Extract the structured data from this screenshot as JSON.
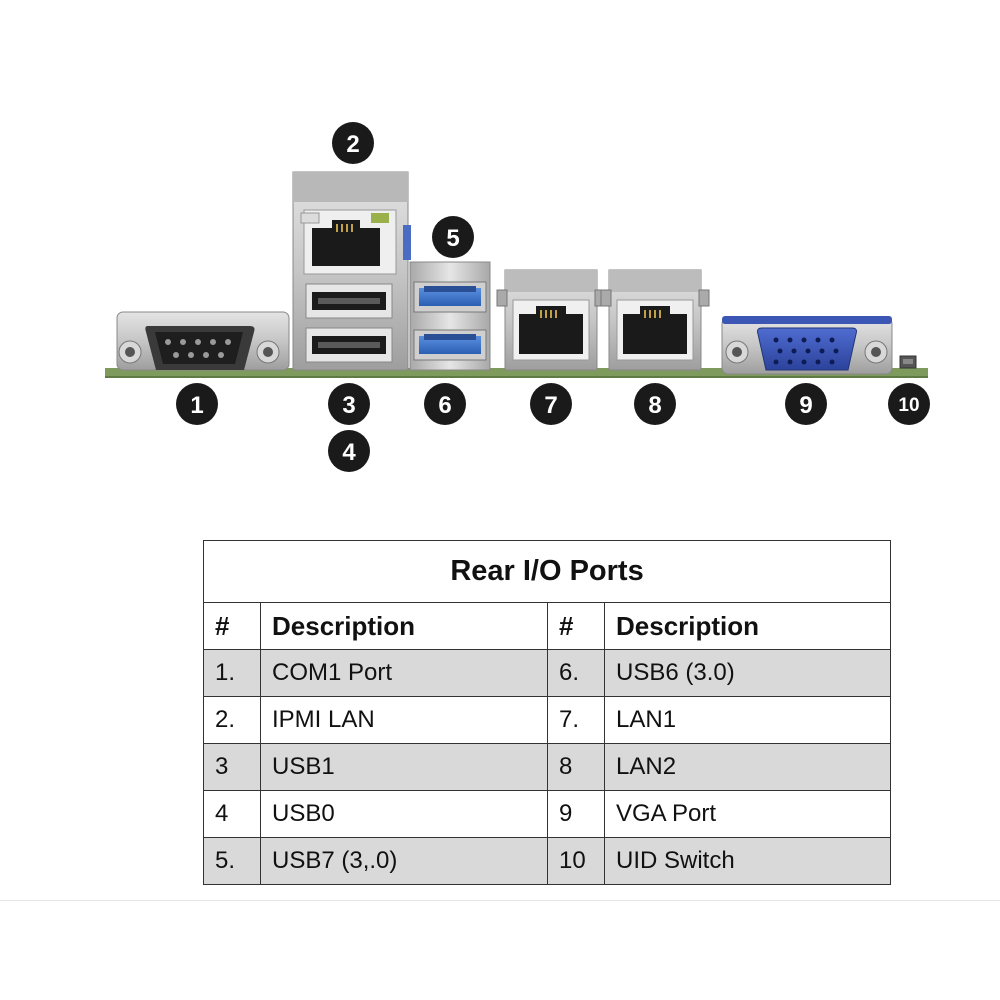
{
  "callouts": [
    "1",
    "2",
    "3",
    "4",
    "5",
    "6",
    "7",
    "8",
    "9",
    "10"
  ],
  "table": {
    "title": "Rear I/O Ports",
    "headers": [
      "#",
      "Description",
      "#",
      "Description"
    ],
    "rows": [
      {
        "num_left": "1.",
        "desc_left": "COM1 Port",
        "num_right": "6.",
        "desc_right": "USB6 (3.0)"
      },
      {
        "num_left": "2.",
        "desc_left": "IPMI LAN",
        "num_right": "7.",
        "desc_right": "LAN1"
      },
      {
        "num_left": "3",
        "desc_left": "USB1",
        "num_right": "8",
        "desc_right": "LAN2"
      },
      {
        "num_left": "4",
        "desc_left": "USB0",
        "num_right": "9",
        "desc_right": "VGA Port"
      },
      {
        "num_left": "5.",
        "desc_left": "USB7 (3,.0)",
        "num_right": "10",
        "desc_right": "UID Switch"
      }
    ]
  },
  "colors": {
    "board": "#7e9a5c",
    "metal": "#c9c9c9",
    "usb3_blue": "#3d73c9",
    "vga_blue": "#3c56b5",
    "callout_fill": "#1a1a1a"
  }
}
